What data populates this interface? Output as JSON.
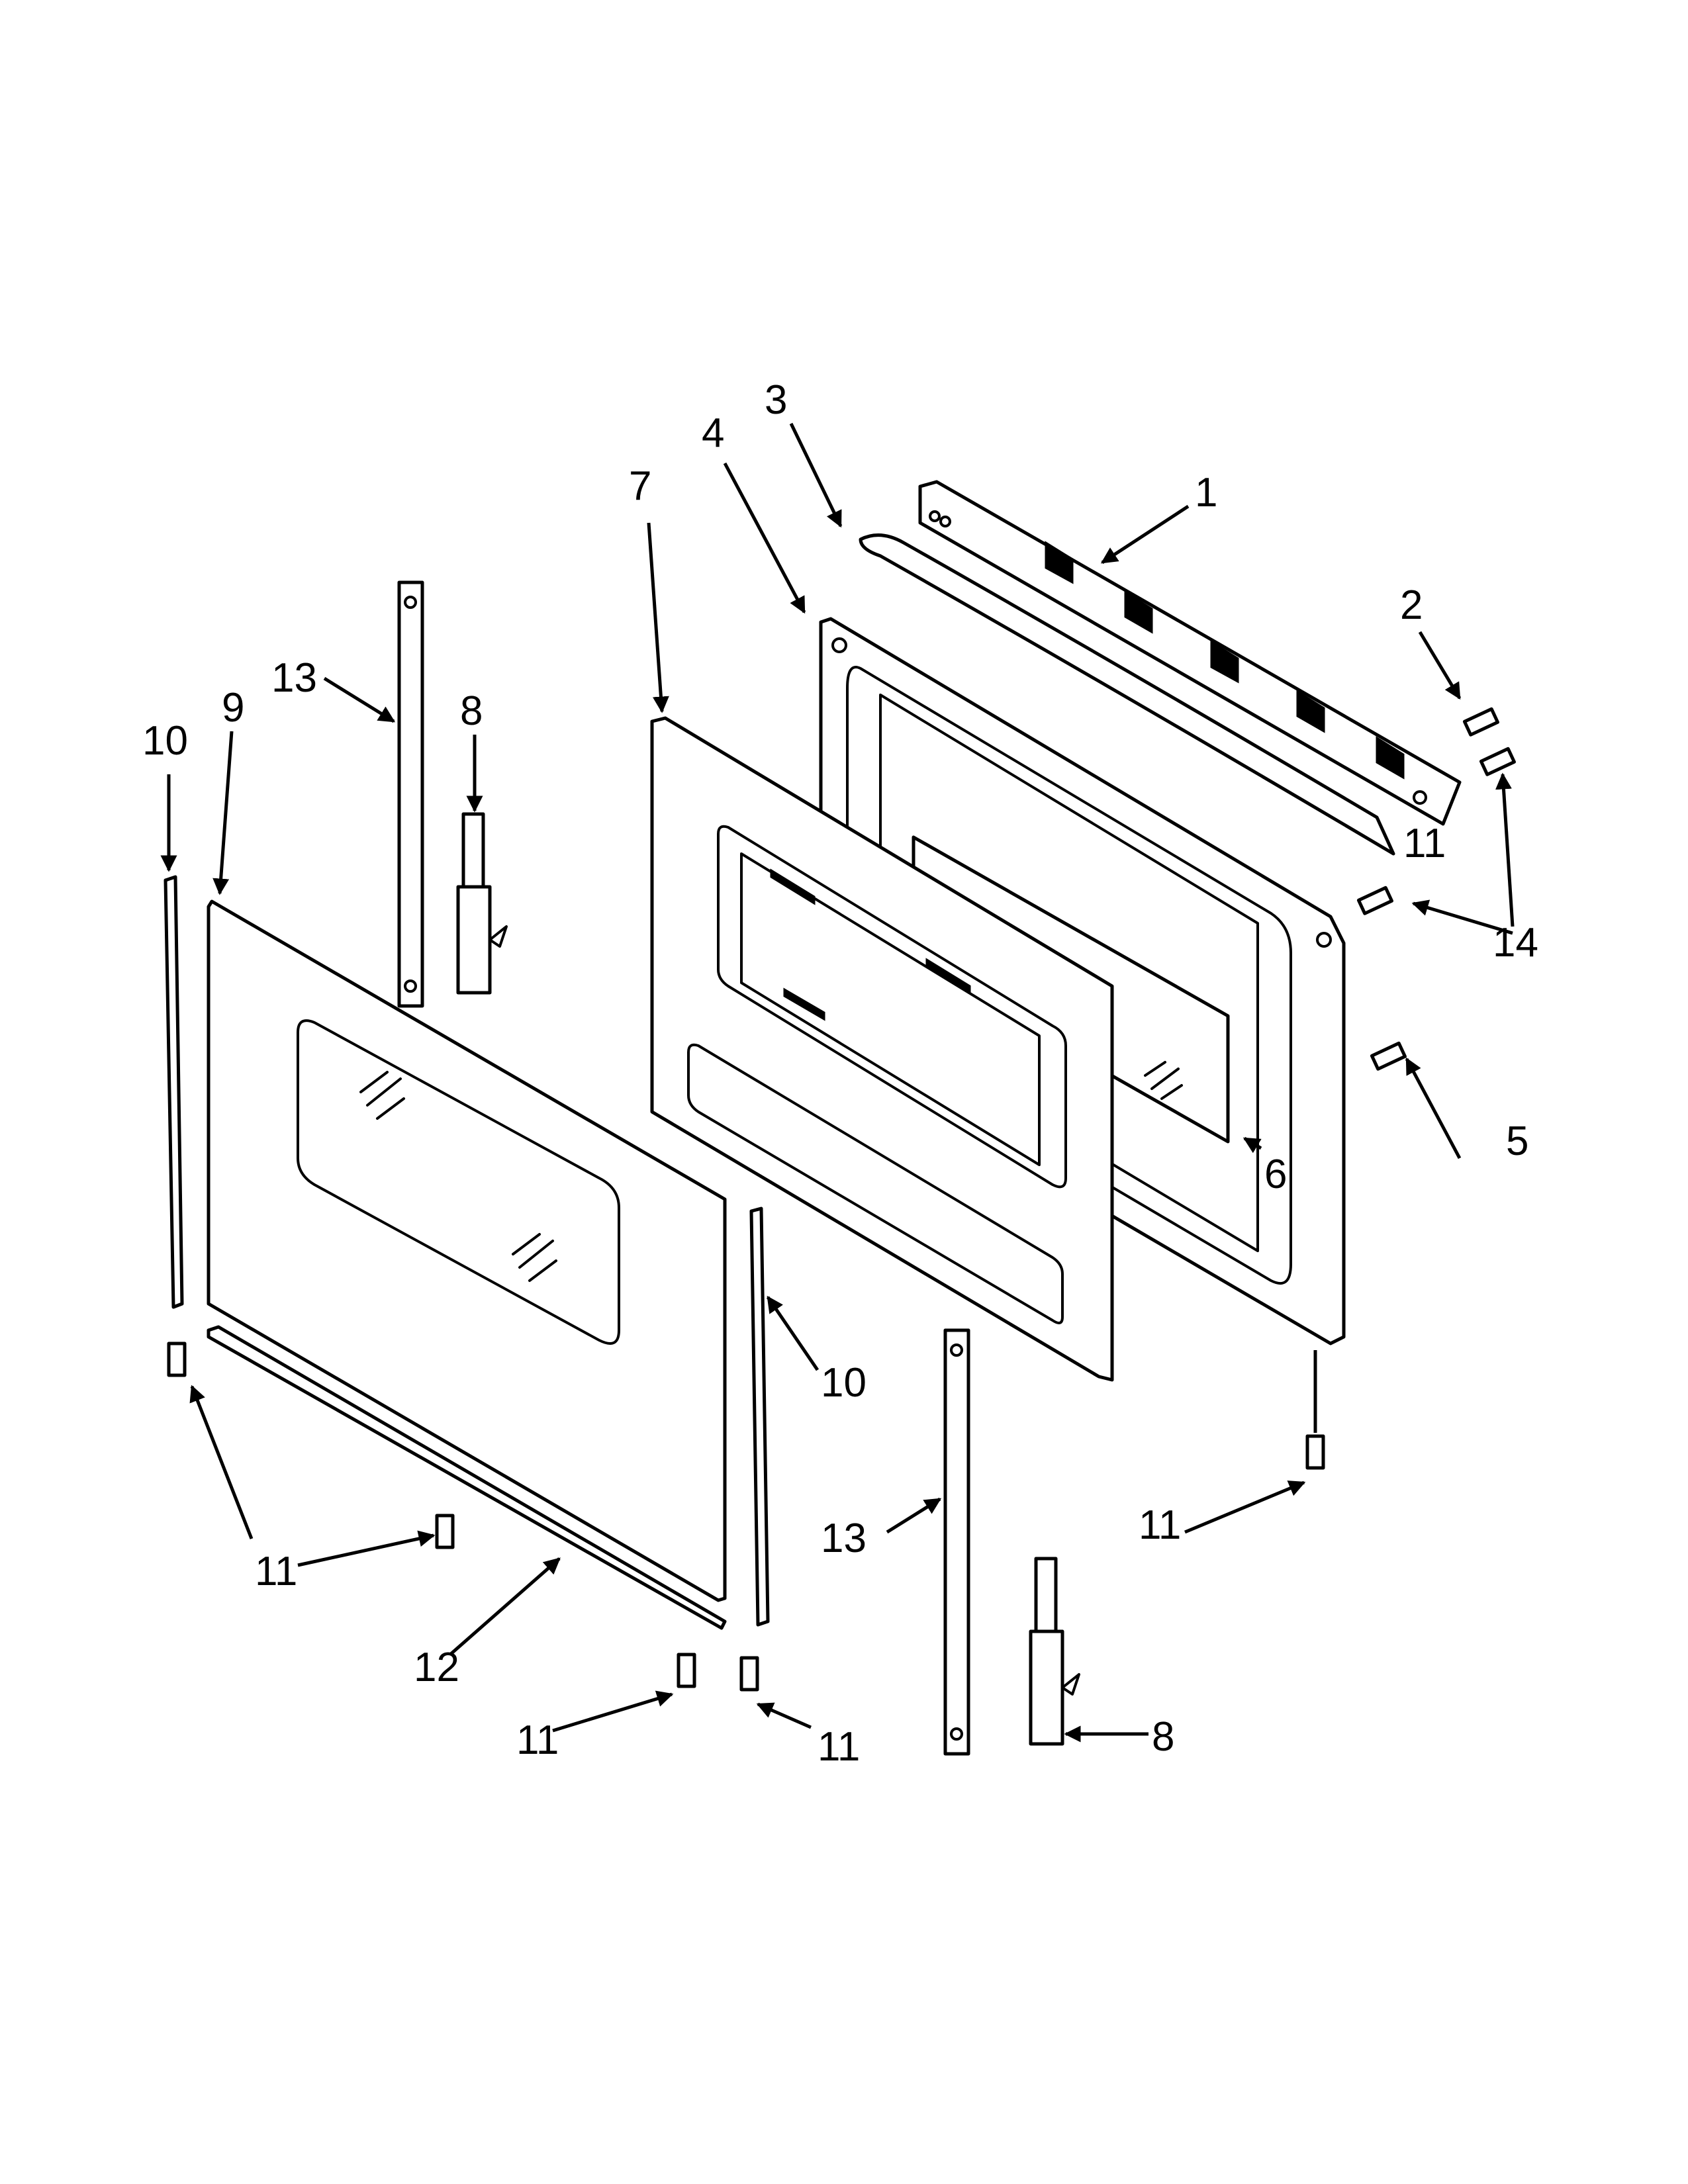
{
  "callouts": [
    {
      "id": "c1",
      "label": "1"
    },
    {
      "id": "c2",
      "label": "2"
    },
    {
      "id": "c3",
      "label": "3"
    },
    {
      "id": "c4",
      "label": "4"
    },
    {
      "id": "c5",
      "label": "5"
    },
    {
      "id": "c6",
      "label": "6"
    },
    {
      "id": "c7",
      "label": "7"
    },
    {
      "id": "c8a",
      "label": "8"
    },
    {
      "id": "c8b",
      "label": "8"
    },
    {
      "id": "c9",
      "label": "9"
    },
    {
      "id": "c10a",
      "label": "10"
    },
    {
      "id": "c10b",
      "label": "10"
    },
    {
      "id": "c11a",
      "label": "11"
    },
    {
      "id": "c11b",
      "label": "11"
    },
    {
      "id": "c11c",
      "label": "11"
    },
    {
      "id": "c11d",
      "label": "11"
    },
    {
      "id": "c11e",
      "label": "11"
    },
    {
      "id": "c12",
      "label": "12"
    },
    {
      "id": "c13a",
      "label": "13"
    },
    {
      "id": "c13b",
      "label": "13"
    },
    {
      "id": "c14",
      "label": "14"
    }
  ]
}
